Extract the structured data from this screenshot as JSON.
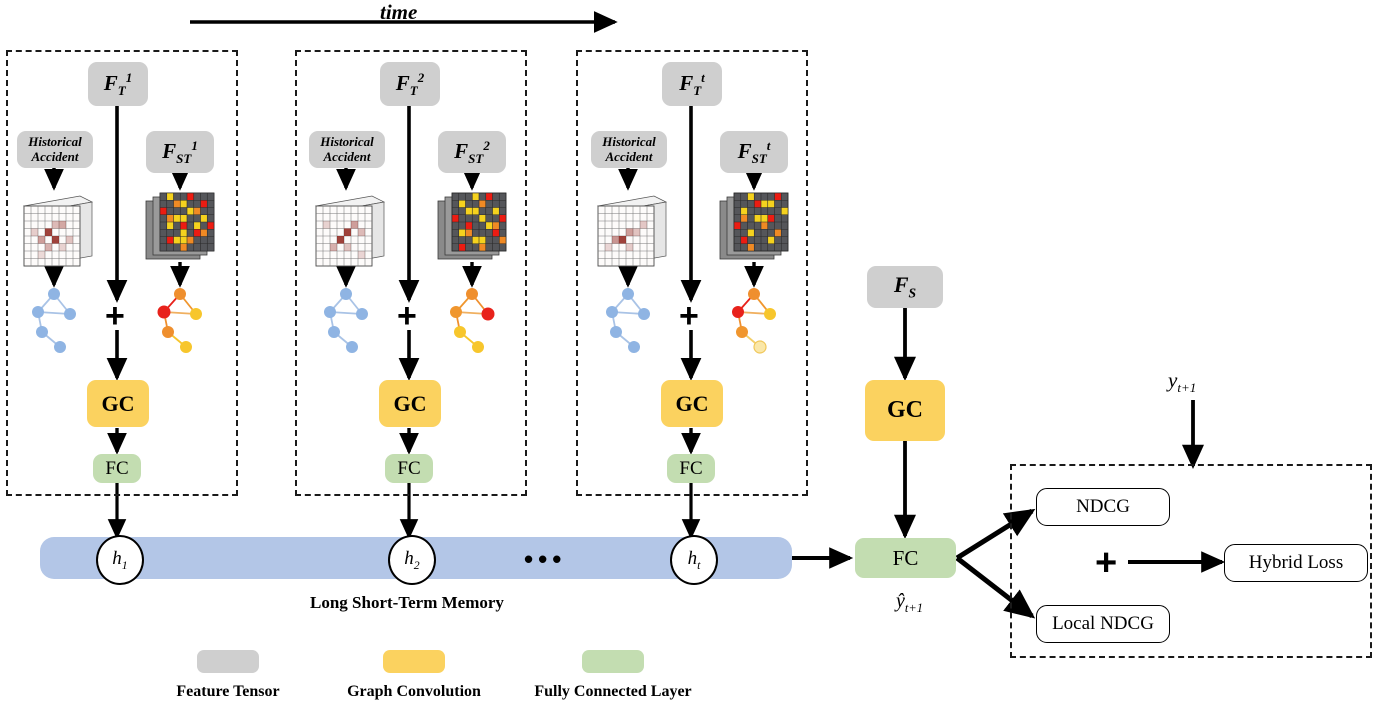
{
  "figure": {
    "time_axis_label": "time",
    "lstm_caption": "Long Short-Term Memory"
  },
  "timesteps": [
    {
      "id": "step-1",
      "temporal_feature": "F",
      "temporal_feature_sub": "T",
      "temporal_feature_sup": "1",
      "historical_label": "Historical\nAccident",
      "historical_label_line1": "Historical",
      "historical_label_line2": "Accident",
      "st_feature": "F",
      "st_feature_sub": "ST",
      "st_feature_sup": "1",
      "plus": "+",
      "gc_label": "GC",
      "fc_label": "FC",
      "hidden_state": "h",
      "hidden_state_sub": "1"
    },
    {
      "id": "step-2",
      "temporal_feature": "F",
      "temporal_feature_sub": "T",
      "temporal_feature_sup": "2",
      "historical_label_line1": "Historical",
      "historical_label_line2": "Accident",
      "st_feature": "F",
      "st_feature_sub": "ST",
      "st_feature_sup": "2",
      "plus": "+",
      "gc_label": "GC",
      "fc_label": "FC",
      "hidden_state": "h",
      "hidden_state_sub": "2"
    },
    {
      "id": "step-t",
      "temporal_feature": "F",
      "temporal_feature_sub": "T",
      "temporal_feature_sup": "t",
      "historical_label_line1": "Historical",
      "historical_label_line2": "Accident",
      "st_feature": "F",
      "st_feature_sub": "ST",
      "st_feature_sup": "t",
      "plus": "+",
      "gc_label": "GC",
      "fc_label": "FC",
      "hidden_state": "h",
      "hidden_state_sub": "t"
    }
  ],
  "ellipsis": "•••",
  "static_branch": {
    "feature_label": "F",
    "feature_sub": "S",
    "gc_label": "GC"
  },
  "output": {
    "fc_label": "FC",
    "prediction": "ŷ",
    "prediction_sub": "t+1",
    "ground_truth": "y",
    "ground_truth_sub": "t+1"
  },
  "loss_block": {
    "ndcg": "NDCG",
    "local_ndcg": "Local NDCG",
    "plus": "+",
    "hybrid_loss": "Hybrid Loss"
  },
  "legend": [
    {
      "label": "Feature Tensor",
      "color": "#cfcfcf"
    },
    {
      "label": "Graph Convolution",
      "color": "#fbd25f"
    },
    {
      "label": "Fully Connected Layer",
      "color": "#c3ddb1"
    }
  ],
  "colors": {
    "feature_tensor": "#cfcfcf",
    "graph_convolution": "#fbd25f",
    "fully_connected": "#c3ddb1",
    "lstm_band": "#b3c6e7",
    "stroke": "#000000",
    "accident_graph_node": "#8fb4e3",
    "st_graph_node_hot": "#e8221b",
    "st_graph_node_warm": "#f0962e",
    "st_graph_node_yellow": "#f7c62c"
  }
}
